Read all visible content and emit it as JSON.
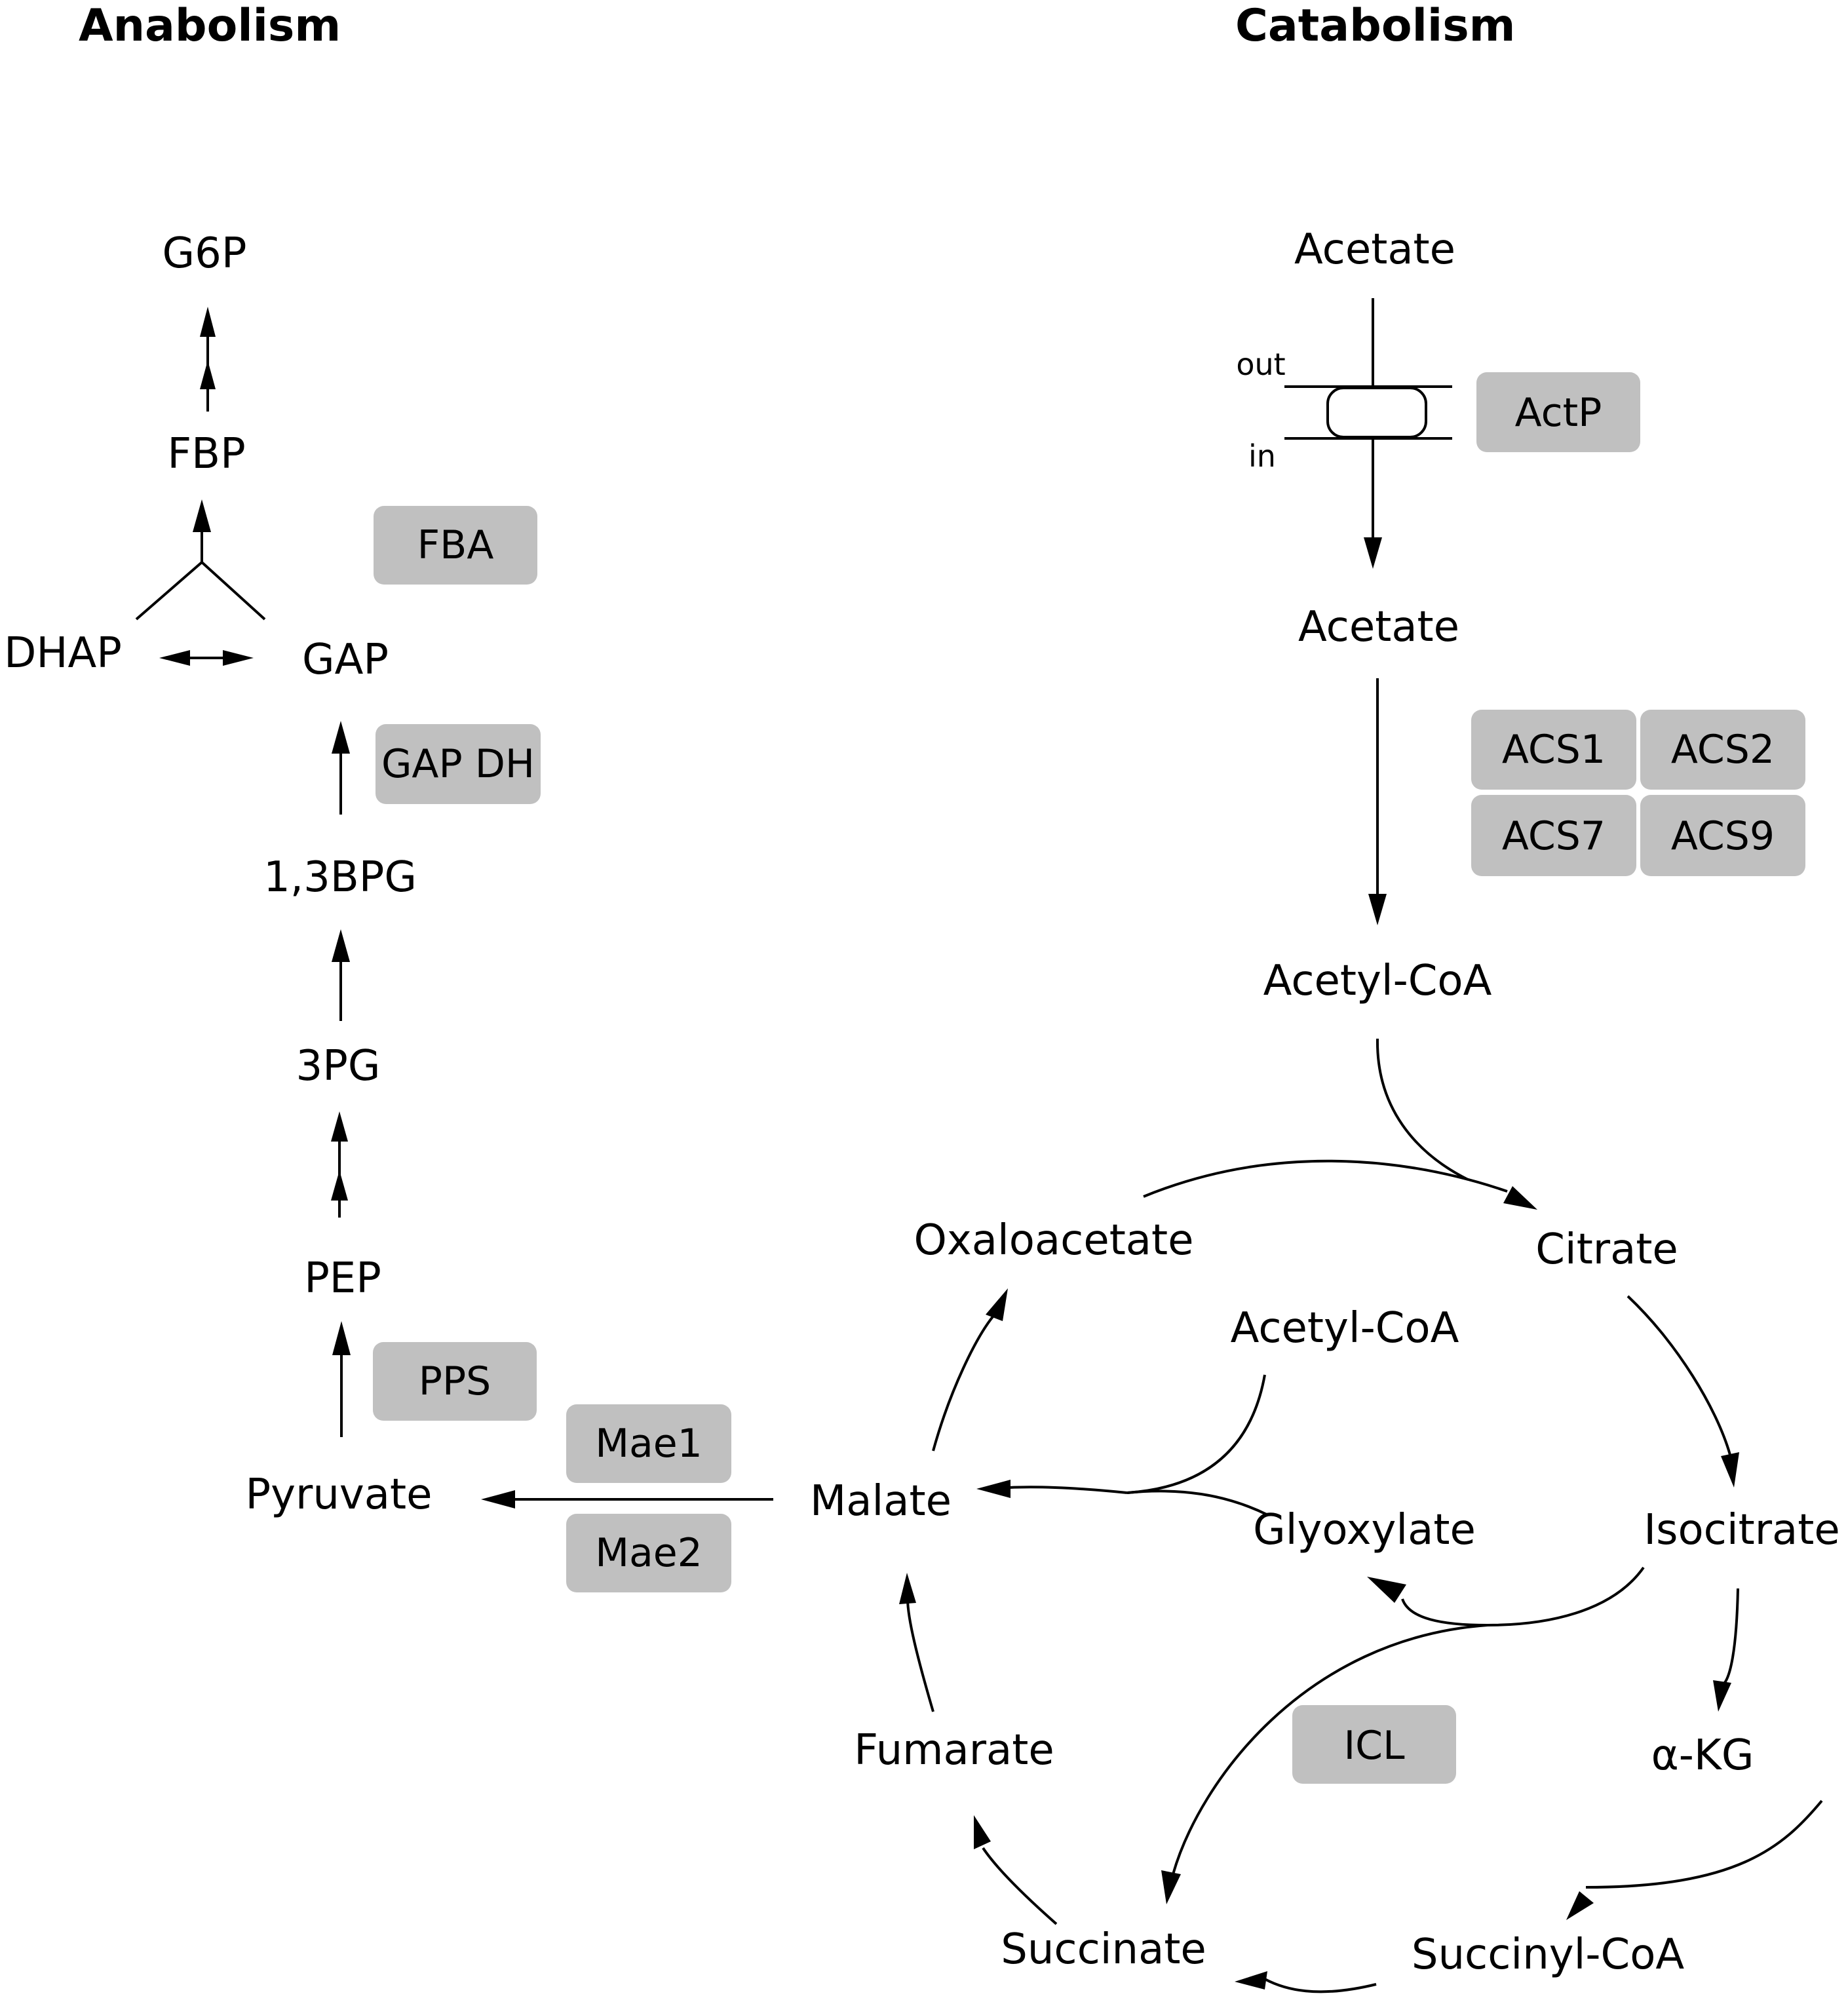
{
  "headings": {
    "anabolism": "Anabolism",
    "catabolism": "Catabolism"
  },
  "metabolites": {
    "g6p": "G6P",
    "fbp": "FBP",
    "dhap": "DHAP",
    "gap": "GAP",
    "bpg13": "1,3BPG",
    "pg3": "3PG",
    "pep": "PEP",
    "pyruvate": "Pyruvate",
    "malate": "Malate",
    "acetate_out": "Acetate",
    "acetate_in": "Acetate",
    "acetyl_coa_top": "Acetyl-CoA",
    "oxaloacetate": "Oxaloacetate",
    "citrate": "Citrate",
    "acetyl_coa_glyox": "Acetyl-CoA",
    "glyoxylate": "Glyoxylate",
    "isocitrate": "Isocitrate",
    "akg": "α-KG",
    "succinyl_coa": "Succinyl-CoA",
    "succinate": "Succinate",
    "fumarate": "Fumarate"
  },
  "membrane": {
    "out": "out",
    "in": "in"
  },
  "enzymes": {
    "fba": "FBA",
    "gapdh": "GAP DH",
    "pps": "PPS",
    "mae1": "Mae1",
    "mae2": "Mae2",
    "actp": "ActP",
    "acs1": "ACS1",
    "acs2": "ACS2",
    "acs7": "ACS7",
    "acs9": "ACS9",
    "icl": "ICL"
  },
  "colors": {
    "enzyme_box": "#c0c0c0",
    "line": "#000000",
    "background": "#ffffff"
  }
}
